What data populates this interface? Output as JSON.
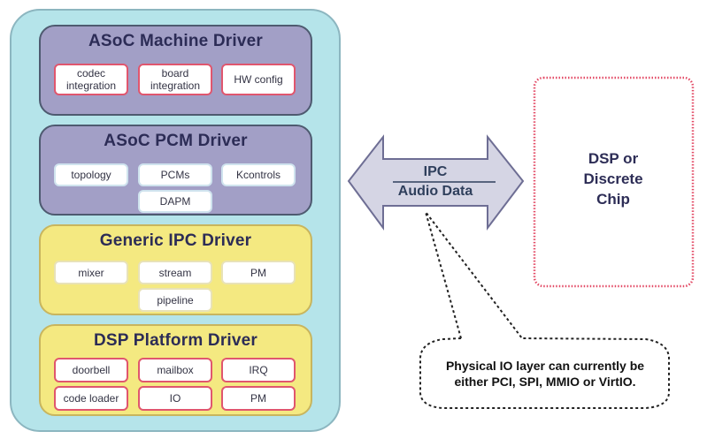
{
  "diagram": {
    "drivers": [
      {
        "title": "ASoC Machine Driver",
        "style": "purple",
        "components": [
          "codec integration",
          "board integration",
          "HW config"
        ]
      },
      {
        "title": "ASoC PCM Driver",
        "style": "purple",
        "components": [
          "topology",
          "PCMs",
          "Kcontrols",
          "DAPM"
        ]
      },
      {
        "title": "Generic IPC Driver",
        "style": "yellow",
        "components": [
          "mixer",
          "stream",
          "PM",
          "pipeline"
        ]
      },
      {
        "title": "DSP Platform Driver",
        "style": "yellow",
        "components": [
          "doorbell",
          "mailbox",
          "IRQ",
          "code loader",
          "IO",
          "PM"
        ]
      }
    ],
    "arrow": {
      "top_label": "IPC",
      "bottom_label": "Audio Data"
    },
    "target": {
      "line1": "DSP or",
      "line2": "Discrete",
      "line3": "Chip"
    },
    "callout": {
      "line1": "Physical IO layer can currently be",
      "line2": "either PCI, SPI, MMIO or VirtIO."
    },
    "colors": {
      "outer_bg": "#b5e4ea",
      "purple_box": "#a29fc6",
      "yellow_box": "#f4e981",
      "chip_border_red": "#e0566e",
      "arrow_fill": "#d5d5e4",
      "title_text": "#2c2c56",
      "dsp_border": "#e34b66"
    }
  }
}
